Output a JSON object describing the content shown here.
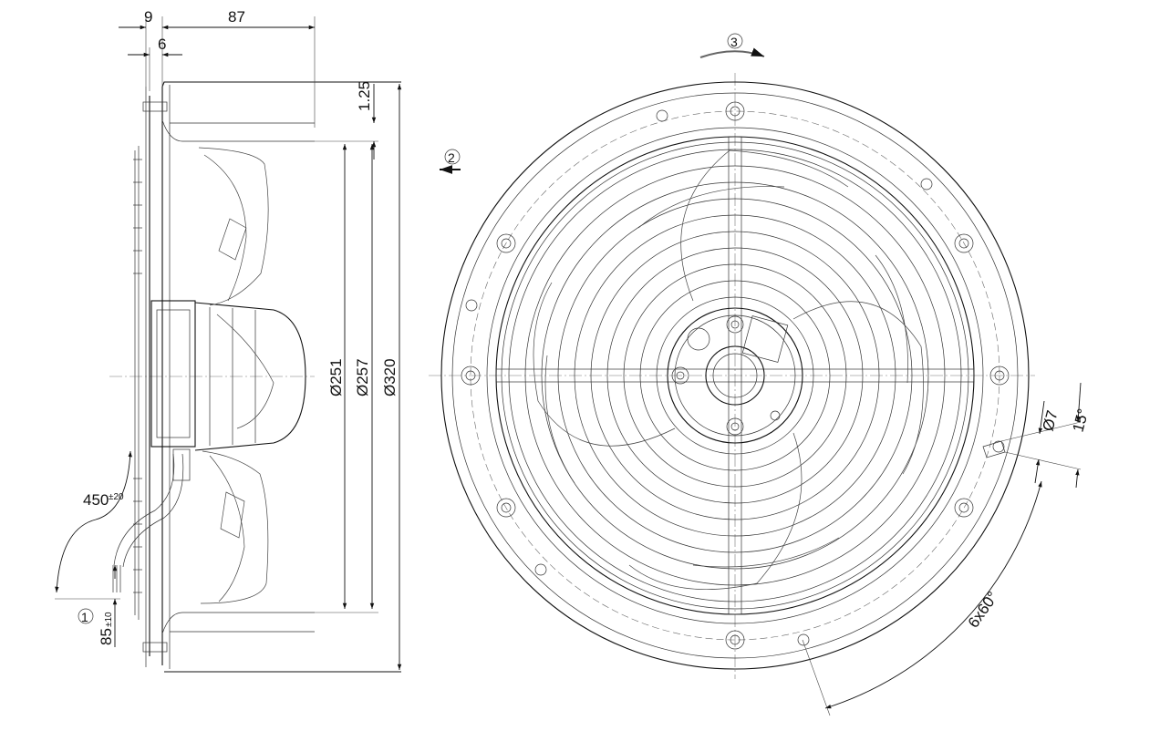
{
  "side_view": {
    "dim_top_9": "9",
    "dim_top_87": "87",
    "dim_top_6": "6",
    "dim_1_25": "1.25",
    "dim_d251": "Ø251",
    "dim_d257": "Ø257",
    "dim_d320": "Ø320",
    "cable_length": "450",
    "cable_length_tol": "±20",
    "lead_length": "85",
    "lead_length_tol": "±10",
    "callout_1": "1"
  },
  "front_view": {
    "callout_2": "2",
    "callout_3": "3",
    "hole_dia": "Ø7",
    "hole_angle": "15°",
    "hole_pattern": "6x60°"
  }
}
